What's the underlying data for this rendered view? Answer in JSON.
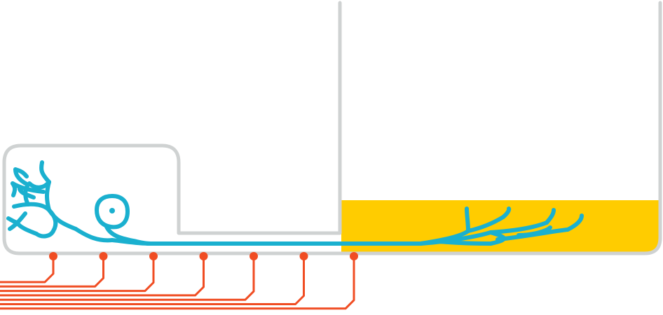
{
  "colors": {
    "background": "#ffffff",
    "chamber_outline": "#cfd2d2",
    "neuron": "#1ab0cf",
    "fluid": "#ffcc00",
    "electrodes": "#f04d23"
  },
  "components": {
    "soma_chamber": "chamber",
    "microchannel": "channel",
    "axon_chamber": "chamber",
    "neuron": "neuron",
    "medium": "fluid",
    "electrode_array": "electrodes"
  },
  "electrode_count": 7
}
